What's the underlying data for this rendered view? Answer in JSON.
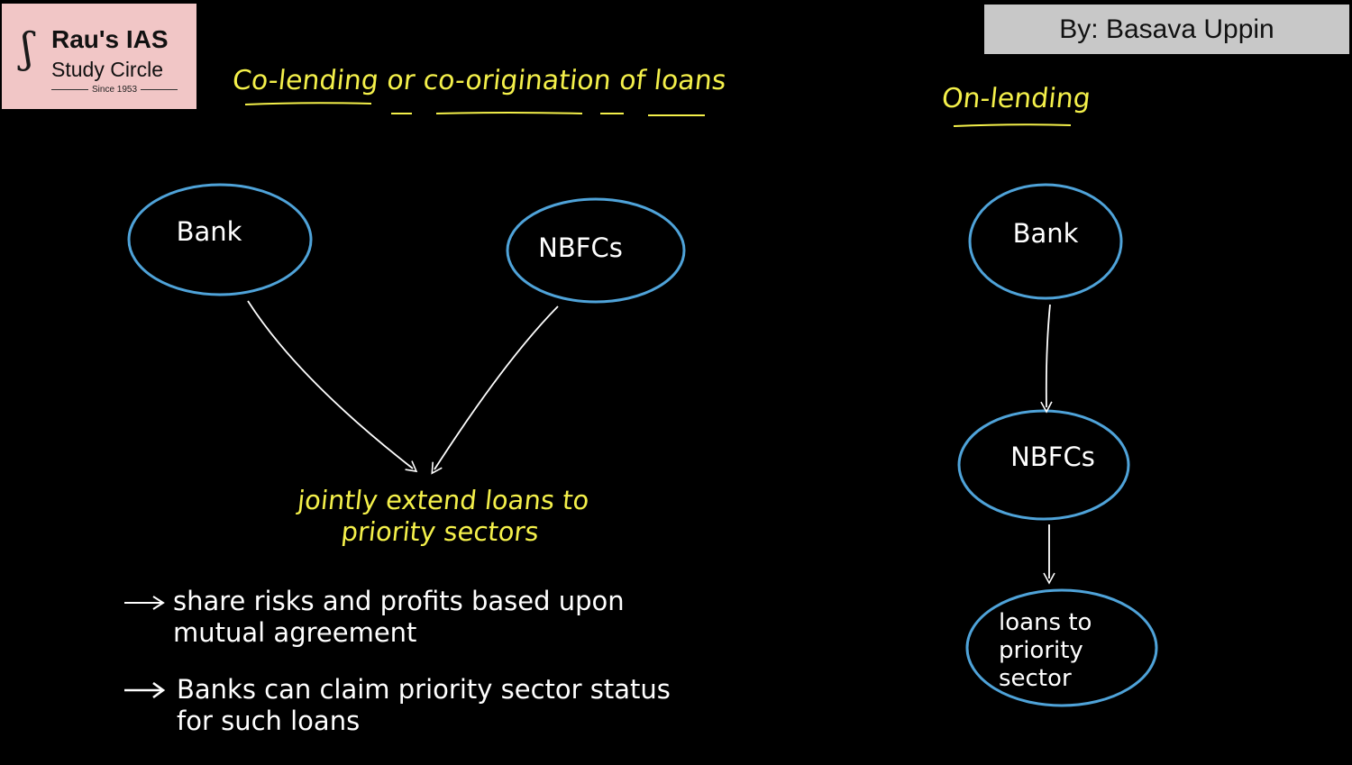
{
  "logo": {
    "mark": "ʃ",
    "line1": "Rau's IAS",
    "line2": "Study Circle",
    "since": "Since 1953"
  },
  "author": "By: Basava Uppin",
  "left_diagram": {
    "title": "Co-lending or co-origination of loans",
    "nodes": {
      "bank": "Bank",
      "nbfcs": "NBFCs"
    },
    "result": "jointly extend loans to priority sectors",
    "bullets": [
      "share risks and profits based upon mutual agreement",
      "Banks can claim priority sector status for such loans"
    ]
  },
  "right_diagram": {
    "title": "On-lending",
    "nodes": {
      "bank": "Bank",
      "nbfcs": "NBFCs",
      "loans": "loans to priority sector"
    }
  },
  "colors": {
    "background": "#000000",
    "ellipse_stroke": "#4fa3d9",
    "heading": "#f4f04a",
    "text": "#ffffff",
    "logo_bg": "#f1c6c6",
    "author_bg": "#c8c8c8"
  }
}
